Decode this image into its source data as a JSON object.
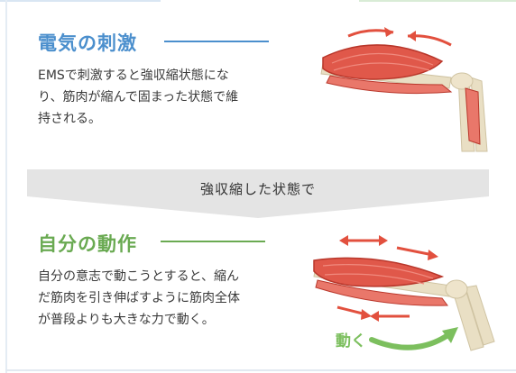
{
  "section1": {
    "title": "電気の刺激",
    "description_lines": [
      "EMSで刺激すると強収縮状態にな",
      "り、筋肉が縮んで固まった状態で維",
      "持される。"
    ]
  },
  "transition": {
    "text": "強収縮した状態で"
  },
  "section2": {
    "title": "自分の動作",
    "description_lines": [
      "自分の意志で動こうとすると、縮ん",
      "だ筋肉を引き伸ばすように筋肉全体",
      "が普段よりも大きな力で動く。"
    ],
    "movement_label": "動く"
  },
  "colors": {
    "section1_accent": "#4b8fcd",
    "section2_accent": "#6aaa52",
    "muscle": "#e0584a",
    "bone": "#e9dfc4",
    "arrow": "#e2503e",
    "move_arrow": "#7cbf5e"
  }
}
